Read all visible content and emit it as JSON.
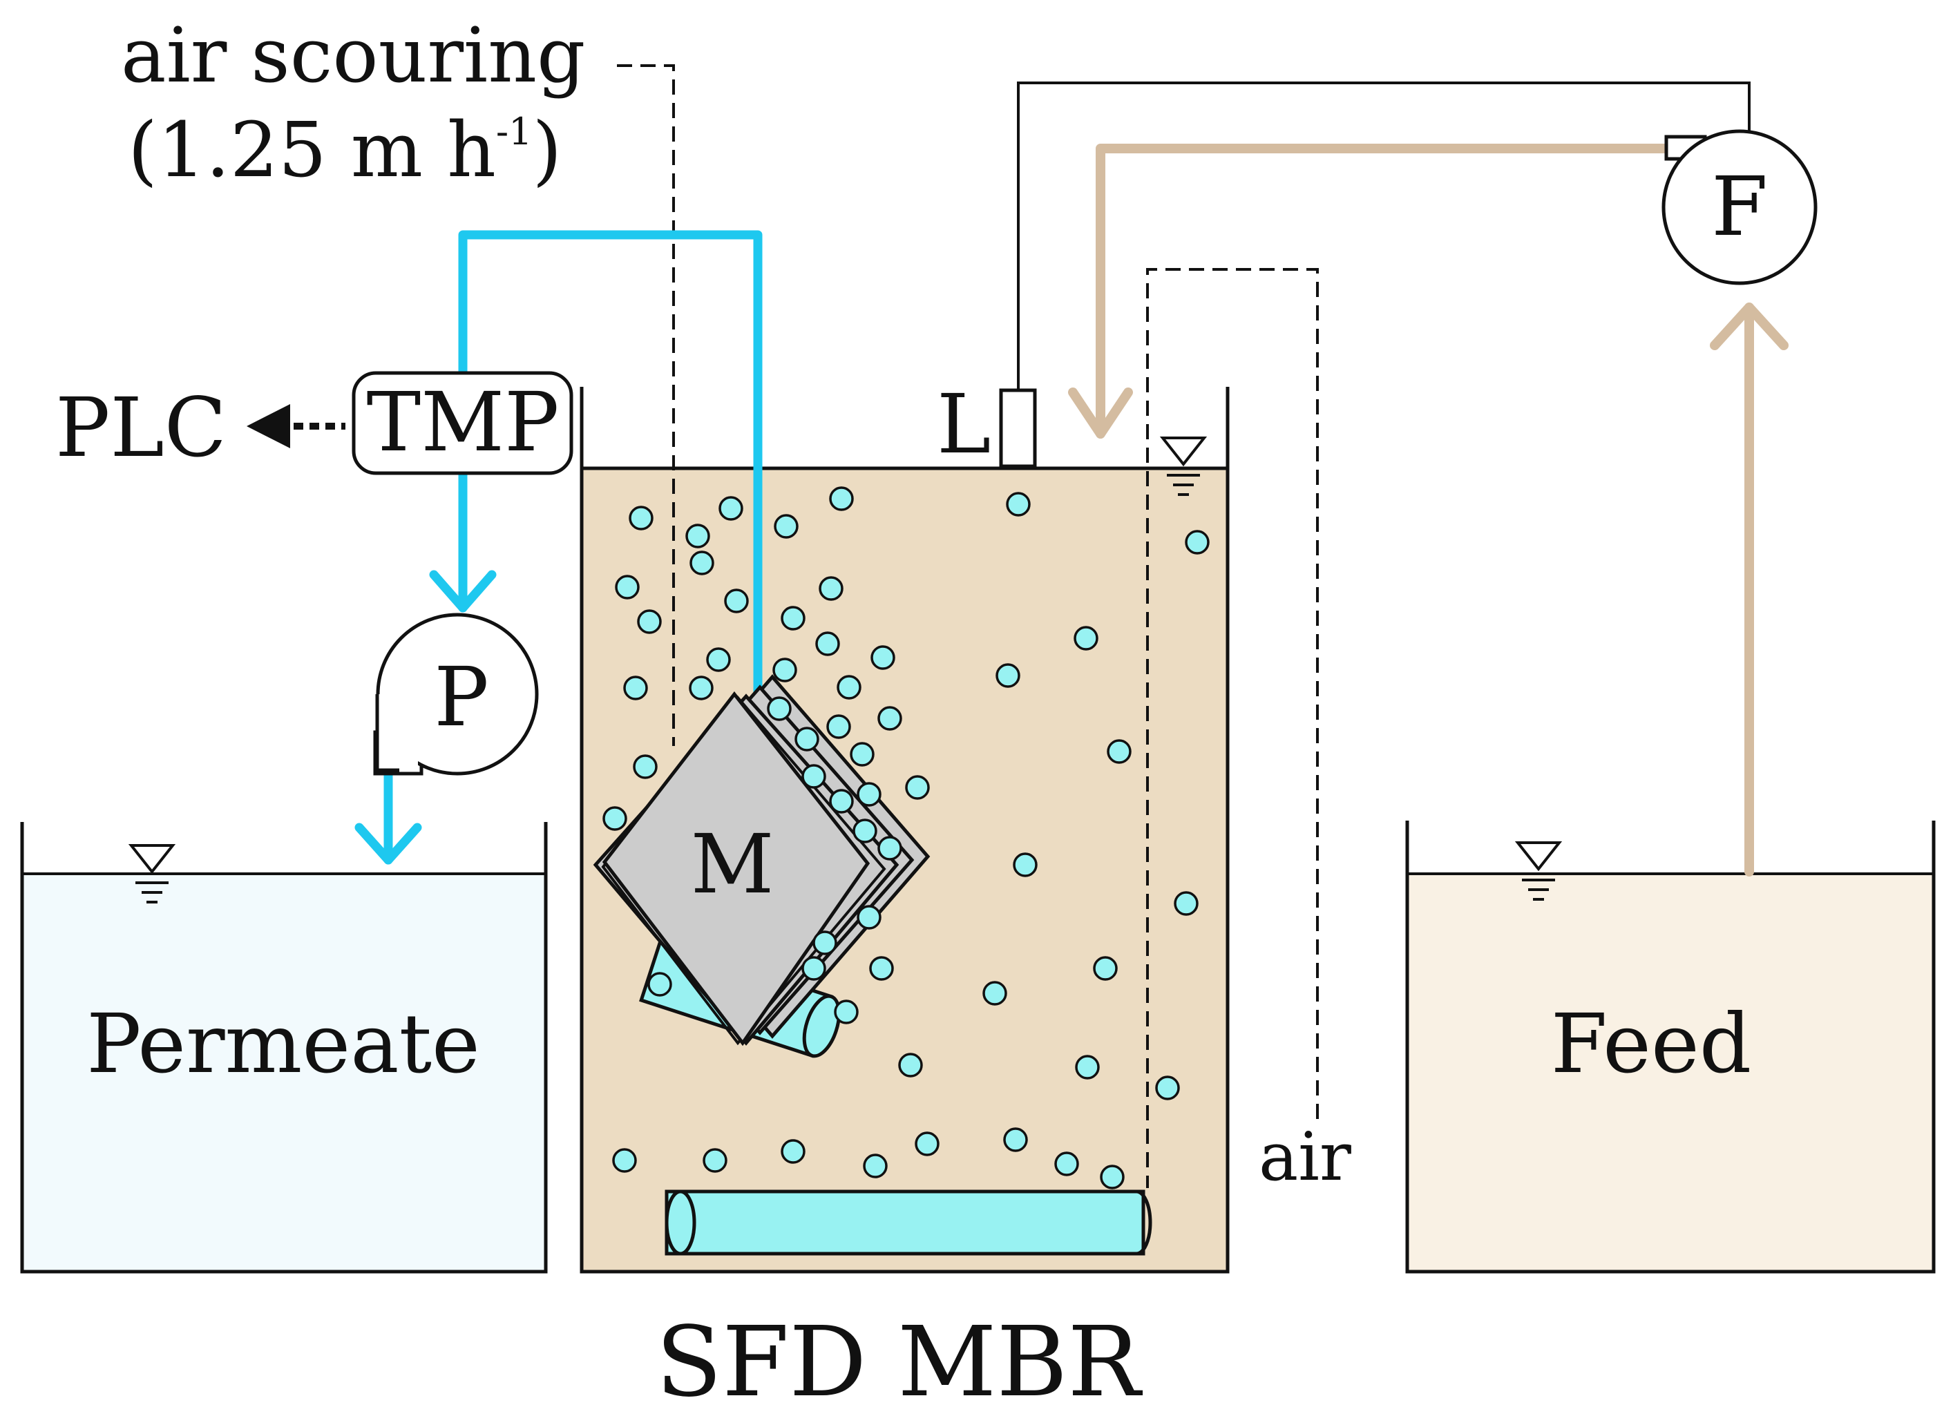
{
  "labels": {
    "air_scouring": "air scouring",
    "air_scouring_rate_open": "(1.25 m h",
    "air_scouring_rate_sup": "-1",
    "air_scouring_rate_close": ")",
    "plc": "PLC",
    "tmp": "TMP",
    "permeate_pump": "P",
    "feed_pump": "F",
    "level_sensor": "L",
    "membrane": "M",
    "permeate_tank": "Permeate",
    "feed_tank": "Feed",
    "air": "air",
    "reactor_title": "SFD MBR"
  },
  "colors": {
    "permeate_line": "#1ec8ef",
    "feed_line": "#d4bca0",
    "reactor_fill": "#ecdcc2",
    "feed_tank_fill": "#f9f1e4",
    "permeate_tank_fill": "#f2fafd",
    "bubble_fill": "#98f2f2",
    "membrane_fill": "#cccccc",
    "stroke": "#111111"
  },
  "icons": {
    "water_level": "water-level-triangle-icon",
    "flow_arrow": "arrow-icon",
    "pump": "pump-icon"
  }
}
